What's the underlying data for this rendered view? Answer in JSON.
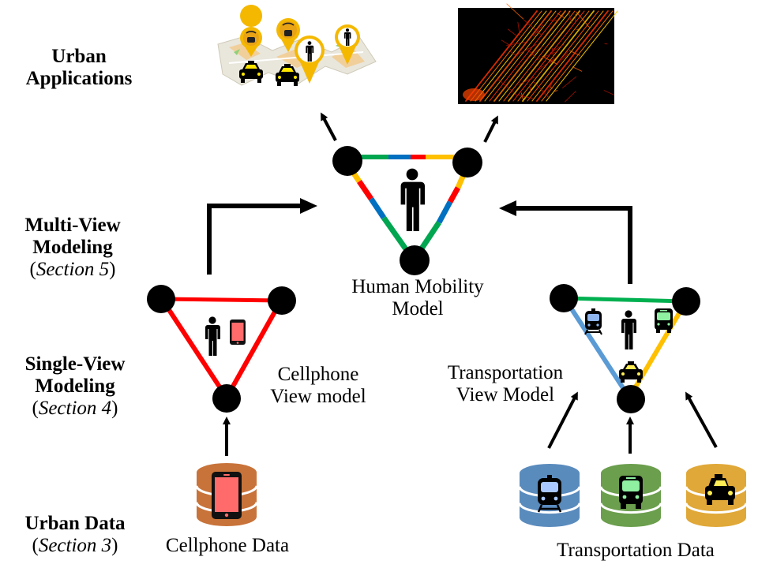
{
  "layers": {
    "applications": {
      "line1": "Urban",
      "line2": "Applications"
    },
    "multi_view": {
      "line1": "Multi-View",
      "line2": "Modeling",
      "section_open": "(",
      "section": "Section 5",
      "section_close": ")"
    },
    "single_view": {
      "line1": "Single-View",
      "line2": "Modeling",
      "section_open": "(",
      "section": "Section 4",
      "section_close": ")"
    },
    "urban_data": {
      "line1": "Urban Data",
      "section_open": "(",
      "section": "Section 3",
      "section_close": ")"
    }
  },
  "models": {
    "human_mobility": {
      "line1": "Human Mobility",
      "line2": "Model",
      "edge_colors": [
        "#00a650",
        "#0070c0",
        "#ff0000",
        "#ffc000"
      ]
    },
    "cellphone_view": {
      "line1": "Cellphone",
      "line2": "View model",
      "edge_color": "#ff0000",
      "icons": [
        "person-icon",
        "smartphone-icon"
      ]
    },
    "transportation_view": {
      "line1": "Transportation",
      "line2": "View Model",
      "edge_colors": {
        "top": "#00b050",
        "left": "#5b9bd5",
        "right": "#ffc000"
      },
      "icons": [
        "train-icon",
        "person-icon",
        "bus-icon",
        "taxi-icon"
      ]
    }
  },
  "data_sources": {
    "cellphone": {
      "label": "Cellphone Data",
      "color": "#c8733a",
      "icon": "smartphone-icon"
    },
    "transportation": {
      "label": "Transportation Data",
      "items": [
        {
          "name": "subway",
          "color": "#5a8bbd",
          "icon": "train-icon"
        },
        {
          "name": "bus",
          "color": "#6b9e4d",
          "icon": "bus-icon"
        },
        {
          "name": "taxi",
          "color": "#e0a838",
          "icon": "taxi-icon"
        }
      ]
    }
  },
  "applications": [
    {
      "name": "ride-hailing-map",
      "icon": "map-pins-icon",
      "accent": "#f5b800"
    },
    {
      "name": "traffic-heatmap",
      "icon": "heatmap-icon",
      "accent": "#ff6a00"
    }
  ]
}
